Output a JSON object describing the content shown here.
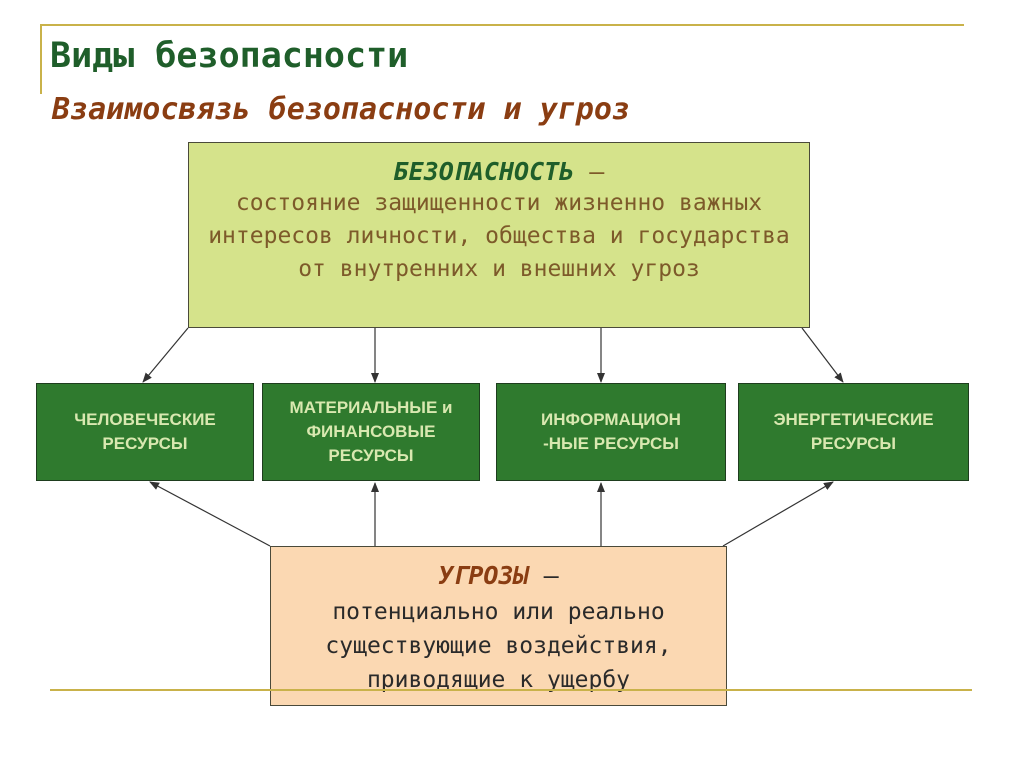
{
  "title": "Виды безопасности",
  "subtitle": "Взаимосвязь безопасности и угроз",
  "safety": {
    "term": "БЕЗОПАСНОСТЬ",
    "dash": " –",
    "definition": "состояние защищенности жизненно важных интересов личности, общества и государства от внутренних и внешних угроз"
  },
  "resources": [
    {
      "label": "ЧЕЛОВЕЧЕСКИЕ РЕСУРСЫ"
    },
    {
      "label": "МАТЕРИАЛЬНЫЕ и ФИНАНСОВЫЕ РЕСУРСЫ"
    },
    {
      "label": "ИНФОРМАЦИОН -НЫЕ РЕСУРСЫ"
    },
    {
      "label": "ЭНЕРГЕТИЧЕСКИЕ РЕСУРСЫ"
    }
  ],
  "threats": {
    "term": "УГРОЗЫ",
    "dash": " –",
    "definition": "потенциально или реально существующие воздействия, приводящие к ущербу"
  },
  "colors": {
    "accent_line": "#c9b24a",
    "title": "#1f5e2a",
    "subtitle": "#8a3d12",
    "safety_fill": "#d5e38b",
    "resource_fill": "#2f7a2e",
    "threat_fill": "#fbd8b2"
  }
}
